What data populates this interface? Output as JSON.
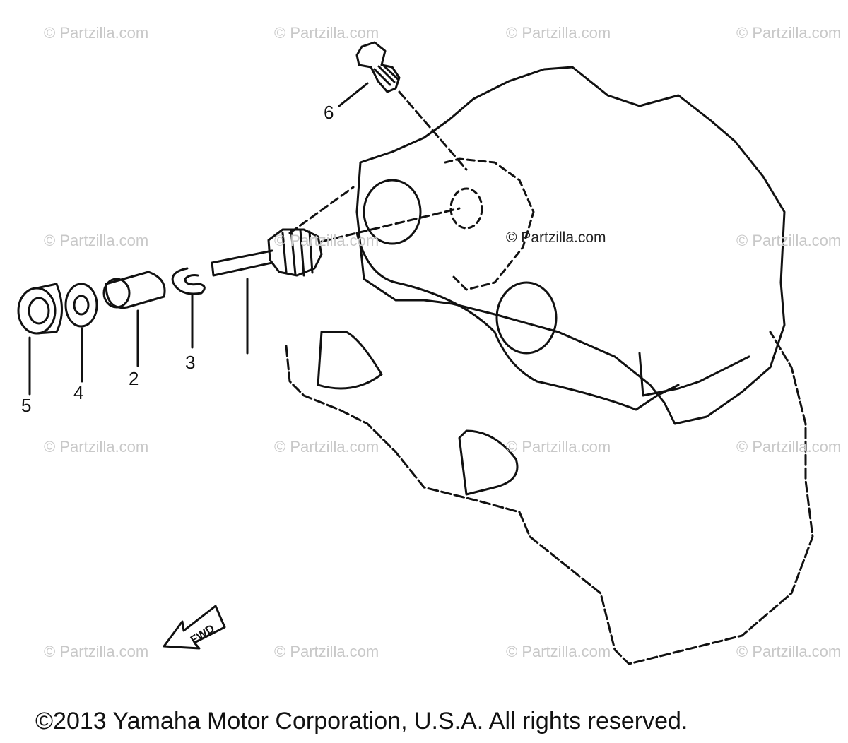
{
  "watermark_text": "© Partzilla.com",
  "center_credit": "© Partzilla.com",
  "copyright": "©2013 Yamaha Motor Corporation, U.S.A. All rights reserved.",
  "fwd_label": "FWD",
  "callouts": [
    "6",
    "3",
    "2",
    "4",
    "5"
  ],
  "colors": {
    "line": "#111111",
    "watermark": "#c8c8c8"
  }
}
